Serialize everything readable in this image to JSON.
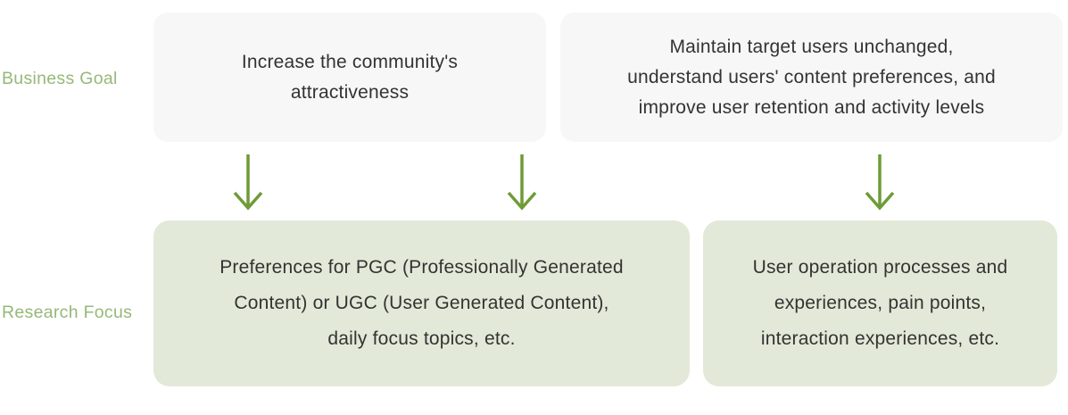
{
  "labels": {
    "business_goal": "Business Goal",
    "research_focus": "Research Focus"
  },
  "boxes": {
    "business_goal_left": {
      "lines": [
        "Increase the community's",
        "attractiveness"
      ]
    },
    "business_goal_right": {
      "lines": [
        "Maintain target users unchanged,",
        "understand users' content preferences, and",
        "improve user retention and activity levels"
      ]
    },
    "research_focus_left": {
      "lines": [
        "Preferences for PGC (Professionally Generated",
        "Content) or UGC (User Generated Content),",
        "daily focus topics, etc."
      ]
    },
    "research_focus_right": {
      "lines": [
        "User operation processes and",
        "experiences, pain points,",
        "interaction experiences, etc."
      ]
    }
  },
  "icons": {
    "down_arrow": "down-arrow-icon"
  },
  "colors": {
    "label_green": "#96b878",
    "arrow_green": "#6e9b37",
    "goal_box_bg": "#f7f7f7",
    "focus_box_bg": "#e3e9d8",
    "text_dark": "#333333"
  }
}
